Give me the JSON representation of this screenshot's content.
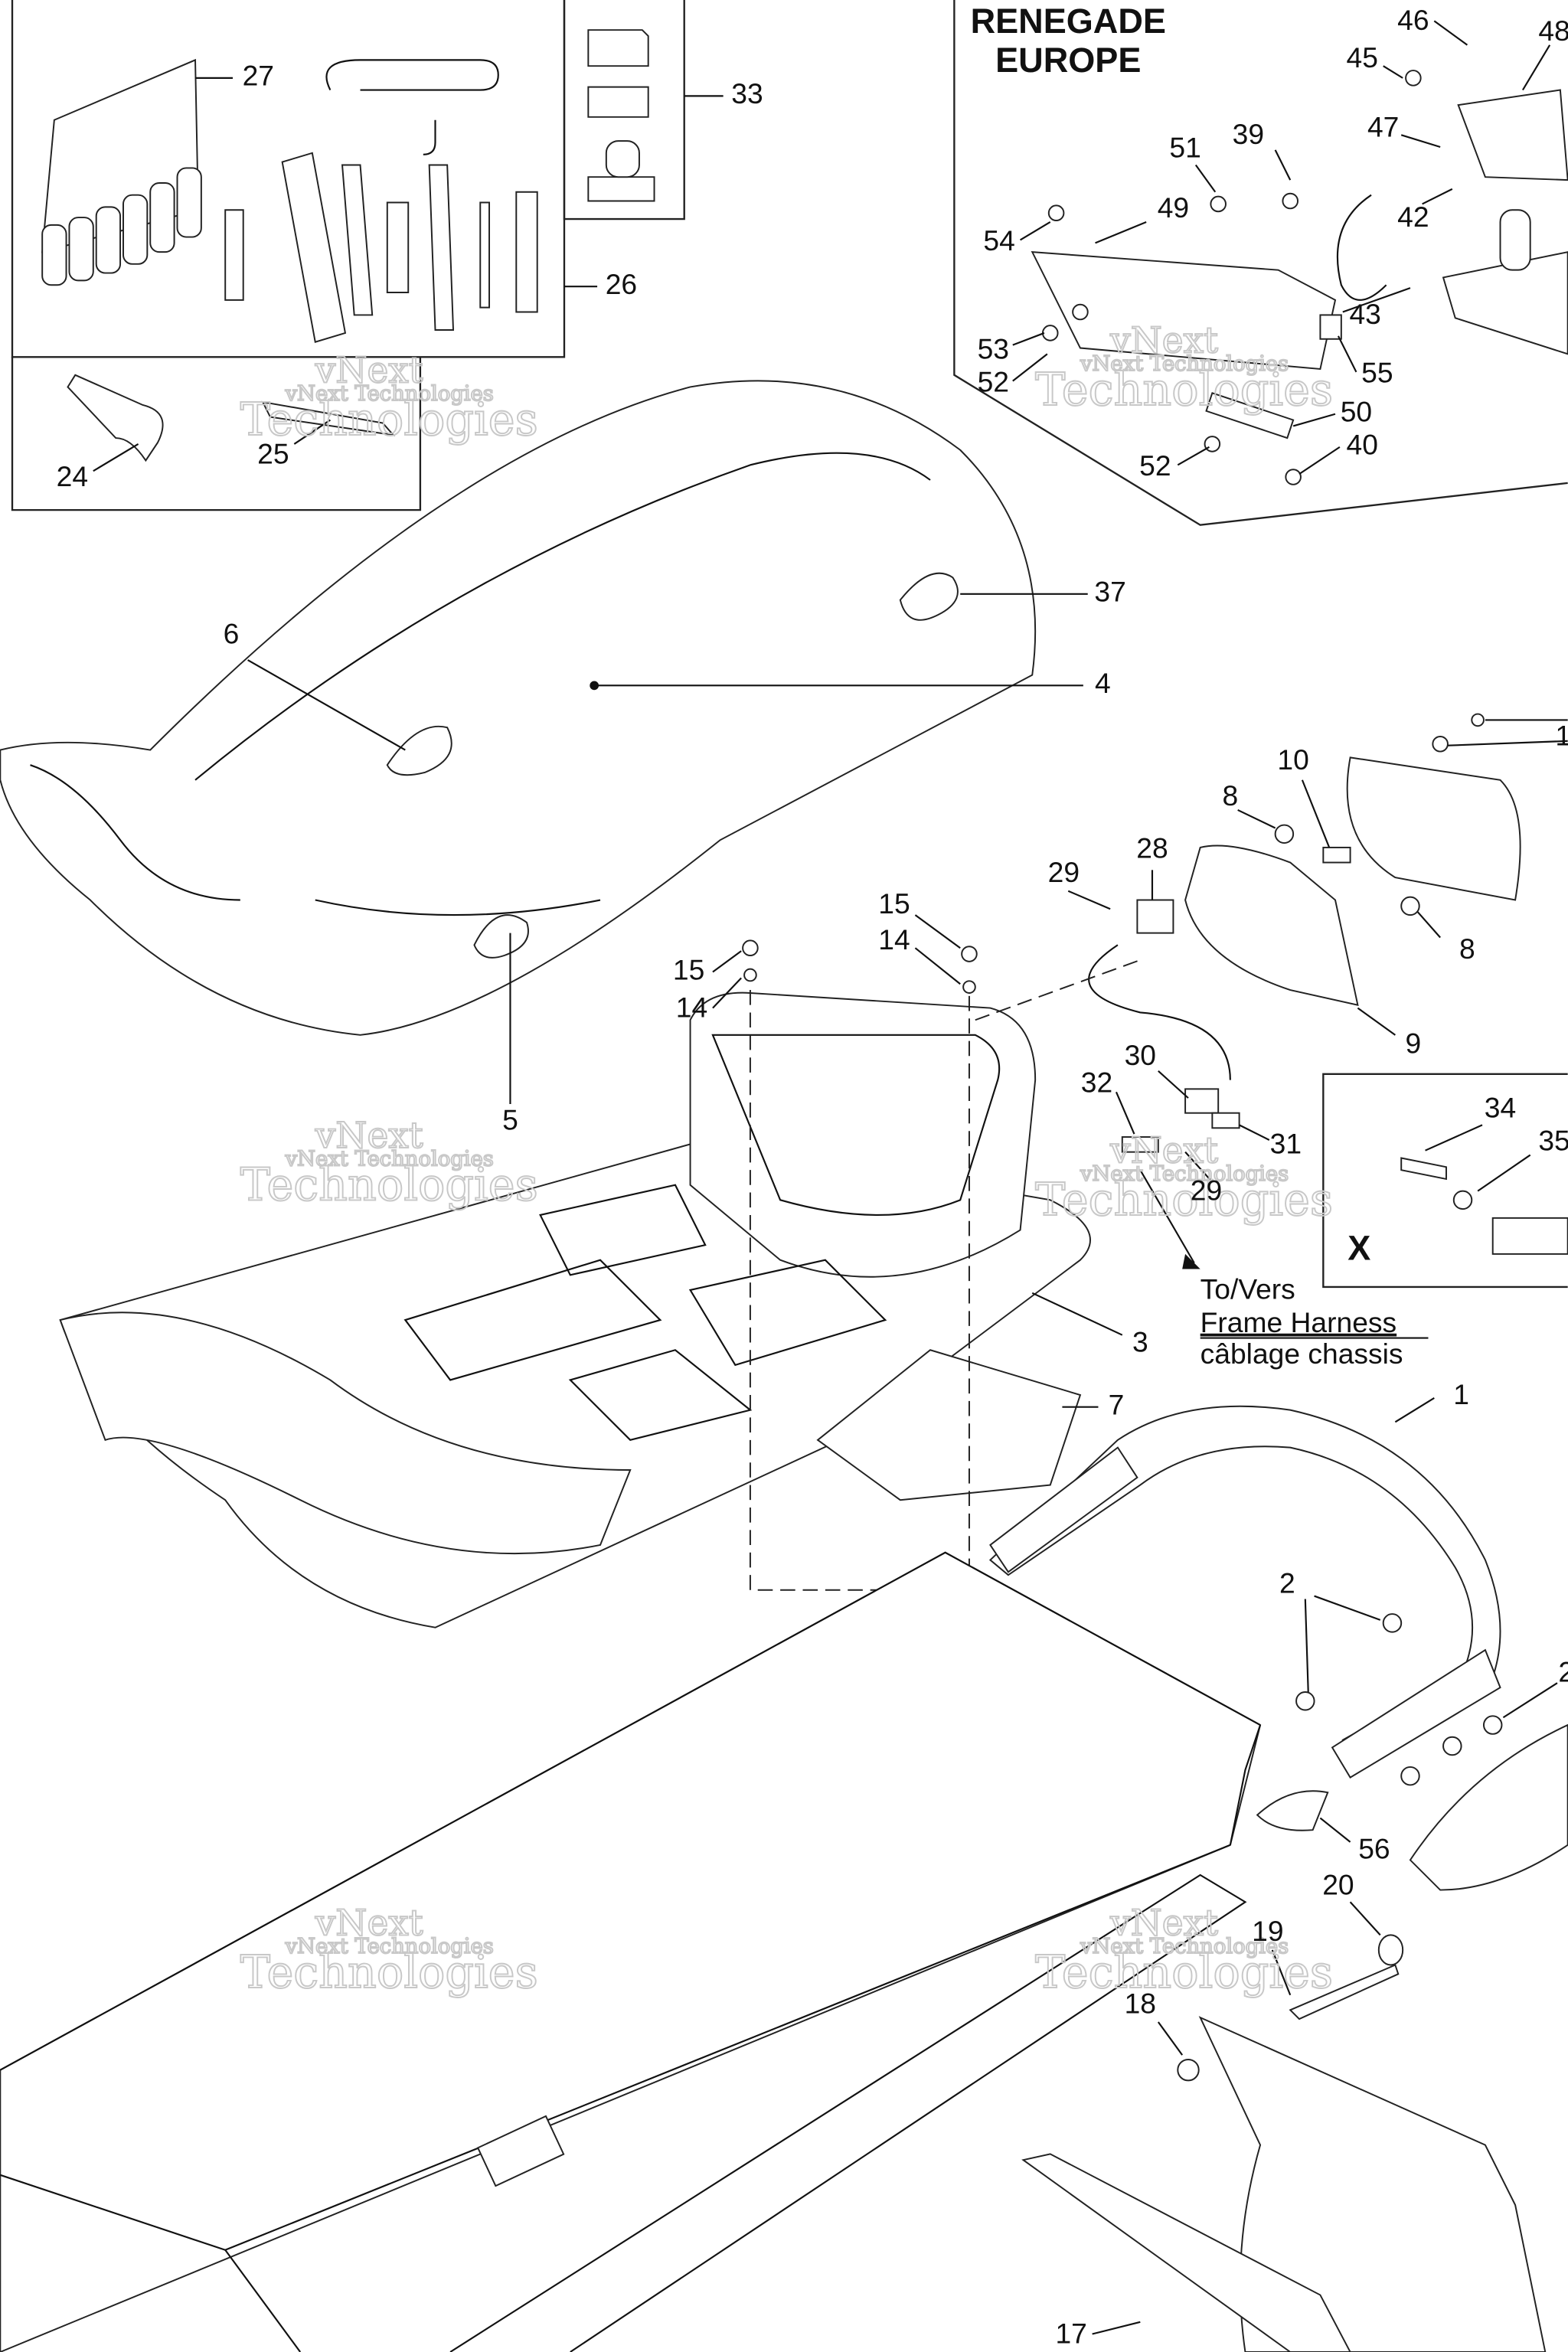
{
  "diagram": {
    "inset_title": [
      "RENEGADE",
      "EUROPE"
    ],
    "detail_label": "X",
    "harness_note": [
      "To/Vers",
      "Frame Harness",
      "câblage chassis"
    ],
    "watermark": [
      "vNext",
      "Technologies",
      "vNext Technologies"
    ],
    "callouts": {
      "c27": "27",
      "c33": "33",
      "c26": "26",
      "c24": "24",
      "c25": "25",
      "c46": "46",
      "c48": "48",
      "c45": "45",
      "c47": "47",
      "c39": "39",
      "c51": "51",
      "c42": "42",
      "c54": "54",
      "c49": "49",
      "c43": "43",
      "c53": "53",
      "c52a": "52",
      "c55": "55",
      "c50": "50",
      "c40": "40",
      "c52b": "52",
      "c37": "37",
      "c6": "6",
      "c4": "4",
      "c1a": "1",
      "c10": "10",
      "c8a": "8",
      "c29a": "29",
      "c28": "28",
      "c15a": "15",
      "c14a": "14",
      "c15b": "15",
      "c14b": "14",
      "c8b": "8",
      "c9": "9",
      "c30": "30",
      "c32": "32",
      "c31": "31",
      "c34": "34",
      "c35": "35",
      "c29b": "29",
      "c5": "5",
      "c3": "3",
      "c7": "7",
      "c1b": "1",
      "c2a": "2",
      "c2b": "2",
      "c56": "56",
      "c20": "20",
      "c19": "19",
      "c18": "18",
      "c17": "17"
    }
  }
}
